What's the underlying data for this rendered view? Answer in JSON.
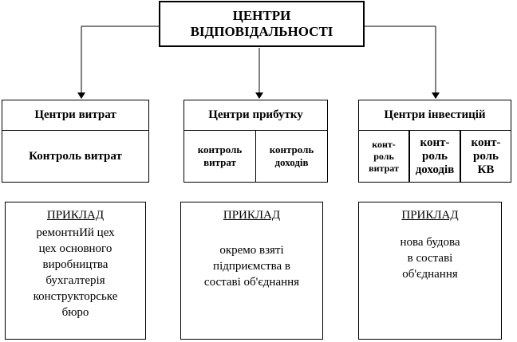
{
  "root": {
    "lines": [
      "ЦЕНТРИ",
      "ВІДПОВІДАЛЬНОСТІ"
    ]
  },
  "centers": [
    {
      "title": "Центри витрат",
      "sub_single": "Контроль витрат",
      "example_heading": "ПРИКЛАД",
      "example_lines": [
        "ремонтнИй цех",
        "цех основного",
        "виробництва",
        "бухгалтерія",
        "конструкторське",
        "бюро"
      ]
    },
    {
      "title": "Центри прибутку",
      "subs": [
        {
          "lines": [
            "контроль",
            "витрат"
          ]
        },
        {
          "lines": [
            "контроль",
            "доходів"
          ]
        }
      ],
      "example_heading": "ПРИКЛАД",
      "example_lines": [
        "окремо взяті",
        "підприємства в",
        "составі об'єднання"
      ]
    },
    {
      "title": "Центри інвестицій",
      "subs": [
        {
          "lines": [
            "конт-",
            "роль",
            "витрат"
          ]
        },
        {
          "lines": [
            "конт-",
            "роль",
            "доходів"
          ]
        },
        {
          "lines": [
            "конт-",
            "роль",
            "КВ"
          ]
        }
      ],
      "example_heading": "ПРИКЛАД",
      "example_lines": [
        "нова будова",
        "в составі",
        "об'єднання"
      ]
    }
  ]
}
